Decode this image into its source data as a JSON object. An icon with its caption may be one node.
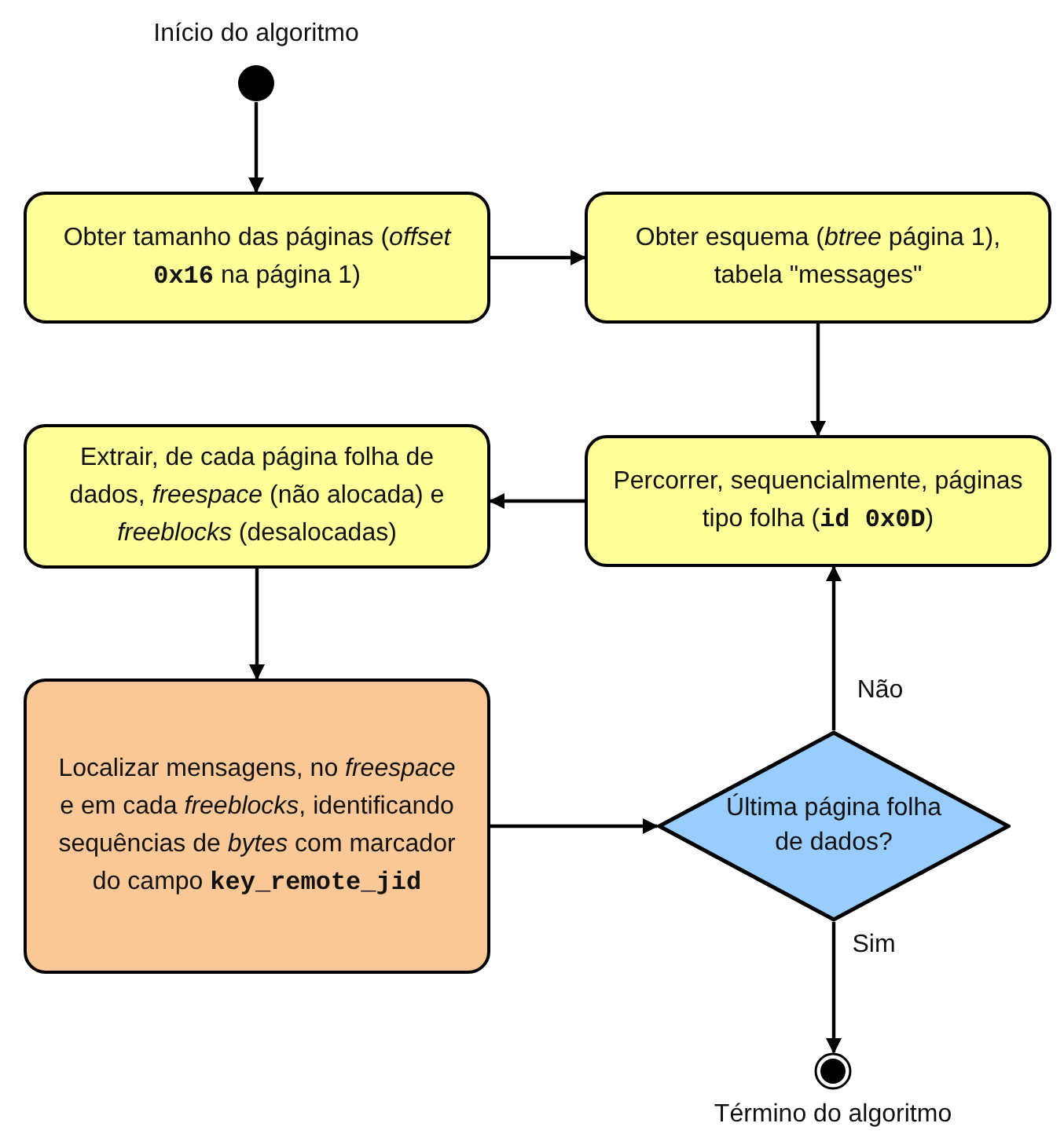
{
  "diagram": {
    "nodes": [
      {
        "text": [],
        "shape": "circle",
        "beside": [
          "Início do algoritmo"
        ]
      },
      {
        "text": [
          "Obter tamanho das páginas (*offset* **0x16** na página 1)"
        ]
      },
      {
        "text": [
          "Obter esquema (*btree* página 1), tabela \"messages\""
        ]
      },
      {
        "text": [
          "Percorrer, sequencialmente, páginas tipo folha (**id 0x0D**)"
        ]
      },
      {
        "text": [
          "Extrair, de cada página folha de dados, *freespace* (não alocada) e *freeblocks* (desalocadas)"
        ]
      },
      {
        "text": [
          "Localizar mensagens, no *freespace* e em cada *freeblocks*, identificando sequências de *bytes* com marcador do campo **key_remote_jid**"
        ]
      },
      {
        "text": [
          "Última página folha de dados?"
        ]
      },
      {
        "text": [],
        "shape": "circle",
        "beside": [
          "Término do algoritmo"
        ]
      }
    ],
    "edges": [
      {
        "from": 0,
        "to": 1,
        "arrow": "to"
      },
      {
        "from": 1,
        "to": 2,
        "arrow": "to"
      },
      {
        "from": 2,
        "to": 3,
        "arrow": "to"
      },
      {
        "from": 3,
        "to": 4,
        "arrow": "to"
      },
      {
        "from": 4,
        "to": 5,
        "arrow": "to"
      },
      {
        "from": 5,
        "to": 6,
        "arrow": "to"
      },
      {
        "from": 6,
        "to": 3,
        "arrow": "to",
        "label": "Não"
      },
      {
        "from": 6,
        "to": 7,
        "arrow": "to",
        "label": "Sim"
      }
    ]
  }
}
